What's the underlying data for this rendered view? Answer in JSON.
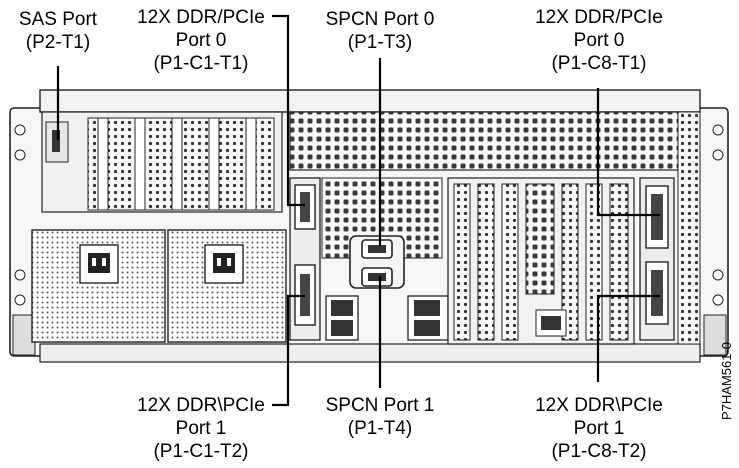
{
  "labels": {
    "sas_port": {
      "line1": "SAS Port",
      "line2": "(P2-T1)"
    },
    "c1_port0": {
      "line1": "12X DDR/PCIe",
      "line2": "Port 0",
      "line3": "(P1-C1-T1)"
    },
    "spcn_port0": {
      "line1": "SPCN Port 0",
      "line2": "(P1-T3)"
    },
    "c8_port0": {
      "line1": "12X DDR/PCIe",
      "line2": "Port 0",
      "line3": "(P1-C8-T1)"
    },
    "c1_port1": {
      "line1": "12X DDR\\PCIe",
      "line2": "Port 1",
      "line3": "(P1-C1-T2)"
    },
    "spcn_port1": {
      "line1": "SPCN Port 1",
      "line2": "(P1-T4)"
    },
    "c8_port1": {
      "line1": "12X DDR\\PCIe",
      "line2": "Port 1",
      "line3": "(P1-C8-T2)"
    }
  },
  "figure_id": "P7HAM561-0",
  "colors": {
    "line": "#000000",
    "chassis": "#f4f4f4",
    "stroke": "#222222",
    "vent": "#3a3a3a"
  }
}
